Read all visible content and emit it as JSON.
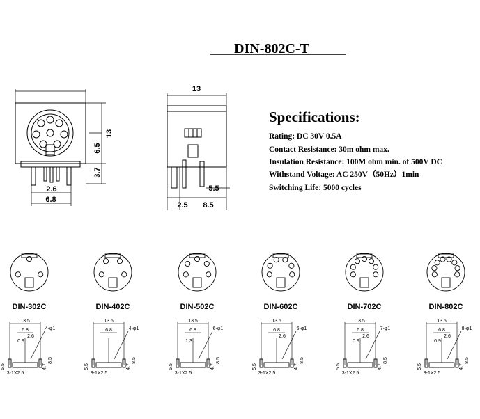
{
  "title": "DIN-802C-T",
  "specs": {
    "heading": "Specifications:",
    "lines": [
      "Rating: DC 30V 0.5A",
      "Contact Resistance:    30m ohm max.",
      "Insulation Resistance: 100M ohm min. of 500V DC",
      "Withstand Voltage: AC 250V（50Hz）1min",
      "Switching Life: 5000 cycles"
    ]
  },
  "main_dims": {
    "front_height": "13",
    "front_upper": "6.5",
    "front_lower": "3.7",
    "front_w1": "2.6",
    "front_w2": "6.8",
    "side_width": "13",
    "side_pin": "5.5",
    "side_a": "2.5",
    "side_b": "8.5"
  },
  "variants": [
    {
      "name": "DIN-302C",
      "pins": "3",
      "holes": "4-φ1",
      "d1": "13.5",
      "d2": "6.8",
      "d3": "0.9",
      "d4": "2.6",
      "base": "3-1X2.5",
      "h1": "5.5",
      "h2": "4.7",
      "h3": "8.5"
    },
    {
      "name": "DIN-402C",
      "pins": "4",
      "holes": "4-φ1",
      "d1": "13.5",
      "d2": "6.8",
      "d3": "",
      "d4": "",
      "base": "3-1X2.5",
      "h1": "5.5",
      "h2": "4.7",
      "h3": "8.5"
    },
    {
      "name": "DIN-502C",
      "pins": "5",
      "holes": "6-φ1",
      "d1": "13.5",
      "d2": "6.8",
      "d3": "1.3",
      "d4": "",
      "base": "3-1X2.5",
      "h1": "5.5",
      "h2": "4.7",
      "h3": "8.5"
    },
    {
      "name": "DIN-602C",
      "pins": "6",
      "holes": "6-φ1",
      "d1": "13.5",
      "d2": "6.8",
      "d3": "",
      "d4": "2.6",
      "base": "3-1X2.5",
      "h1": "5.5",
      "h2": "4.7",
      "h3": "8.5"
    },
    {
      "name": "DIN-702C",
      "pins": "7",
      "holes": "7-φ1",
      "d1": "13.5",
      "d2": "6.8",
      "d3": "0.9",
      "d4": "2.6",
      "base": "3-1X2.5",
      "h1": "5.5",
      "h2": "4.7",
      "h3": "8.5"
    },
    {
      "name": "DIN-802C",
      "pins": "8",
      "holes": "8-φ1",
      "d1": "13.5",
      "d2": "6.8",
      "d3": "0.9",
      "d4": "2.6",
      "base": "3-1X2.5",
      "h1": "5.5",
      "h2": "4.7",
      "h3": "8.5"
    }
  ]
}
